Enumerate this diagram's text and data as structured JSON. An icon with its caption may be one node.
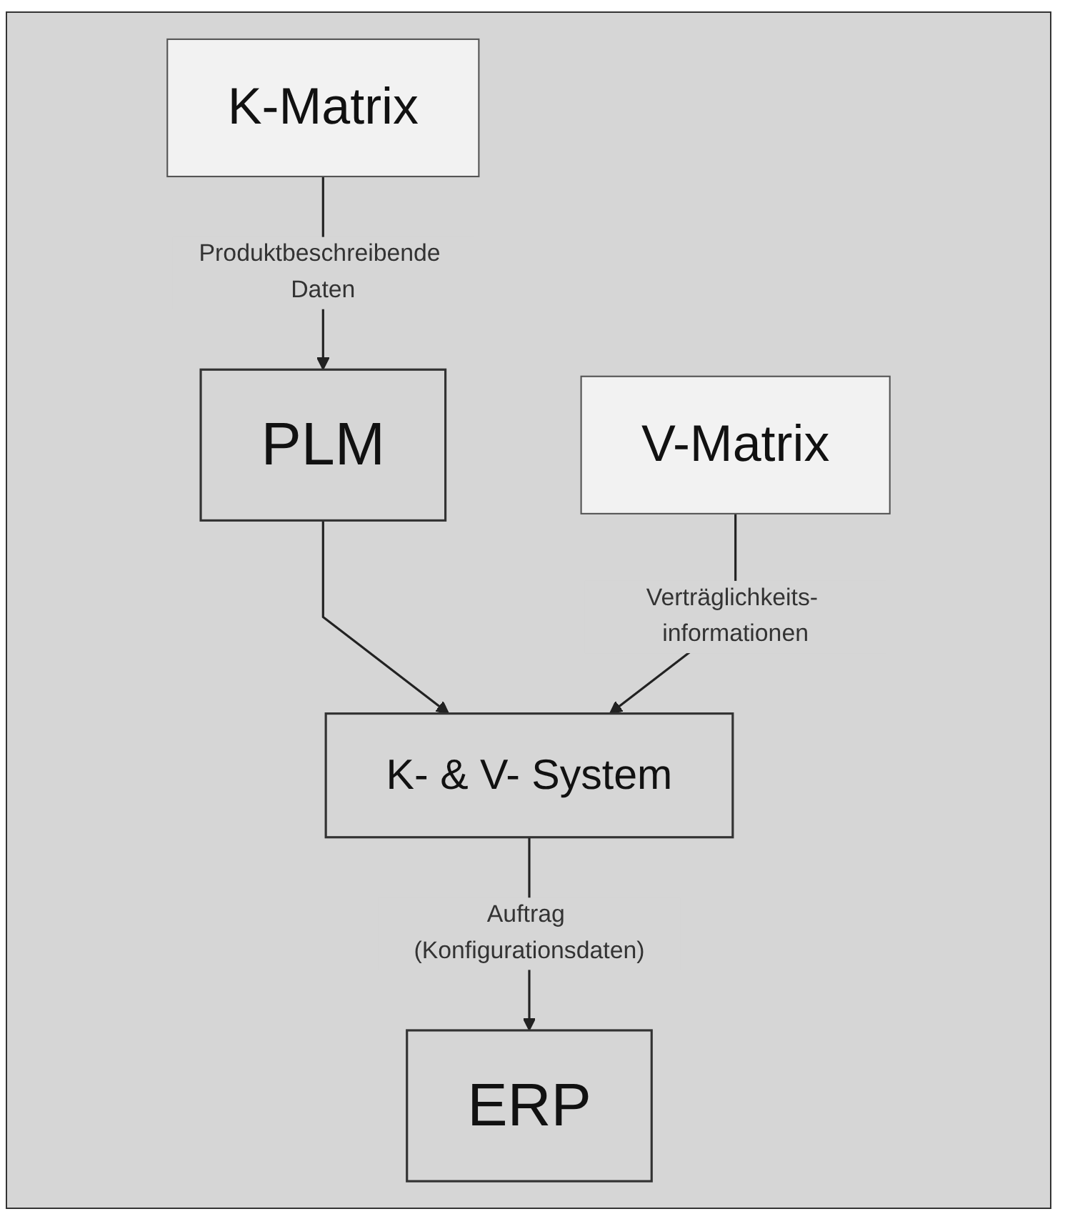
{
  "diagram": {
    "nodes": [
      {
        "text": [
          "K-Matrix"
        ]
      },
      {
        "text": [
          "V-Matrix"
        ]
      },
      {
        "text": [
          "PLM"
        ]
      },
      {
        "text": [
          "K- & V- System"
        ]
      },
      {
        "text": [
          "ERP"
        ]
      }
    ],
    "edges": [
      {
        "from": 0,
        "to": 2,
        "arrow": "to",
        "label": "Produktbeschreibende Daten"
      },
      {
        "from": 2,
        "to": 3,
        "arrow": "to"
      },
      {
        "from": 1,
        "to": 3,
        "arrow": "to",
        "label": "Verträglichkeits- informationen"
      },
      {
        "from": 3,
        "to": 4,
        "arrow": "to",
        "label": "Auftrag (Konfigurationsdaten)"
      }
    ]
  }
}
